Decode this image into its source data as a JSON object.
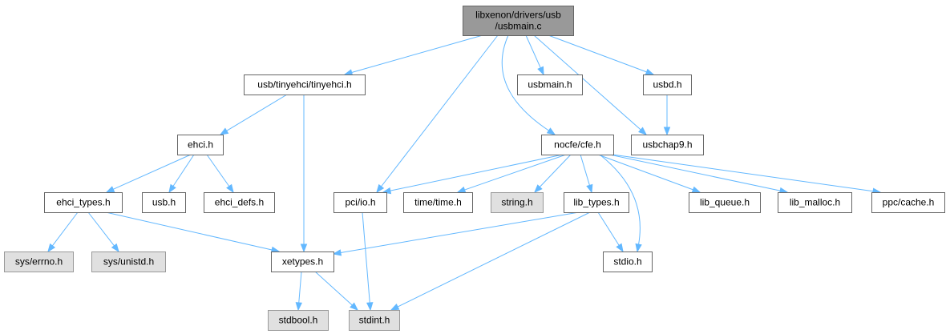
{
  "graph": {
    "colors": {
      "edge": "#63b8ff",
      "primary_fill": "#999999",
      "normal_fill": "#ffffff",
      "system_fill": "#e0e0e0",
      "border": "#666666"
    },
    "nodes": [
      {
        "id": "usbmain_c",
        "lines": [
          "libxenon/drivers/usb",
          "/usbmain.c"
        ],
        "kind": "primary"
      },
      {
        "id": "tinyehci_h",
        "lines": [
          "usb/tinyehci/tinyehci.h"
        ],
        "kind": "normal"
      },
      {
        "id": "usbmain_h",
        "lines": [
          "usbmain.h"
        ],
        "kind": "normal"
      },
      {
        "id": "usbd_h",
        "lines": [
          "usbd.h"
        ],
        "kind": "normal"
      },
      {
        "id": "ehci_h",
        "lines": [
          "ehci.h"
        ],
        "kind": "normal"
      },
      {
        "id": "nocfe_cfe_h",
        "lines": [
          "nocfe/cfe.h"
        ],
        "kind": "normal"
      },
      {
        "id": "usbchap9_h",
        "lines": [
          "usbchap9.h"
        ],
        "kind": "normal"
      },
      {
        "id": "ehci_types_h",
        "lines": [
          "ehci_types.h"
        ],
        "kind": "normal"
      },
      {
        "id": "usb_h",
        "lines": [
          "usb.h"
        ],
        "kind": "normal"
      },
      {
        "id": "ehci_defs_h",
        "lines": [
          "ehci_defs.h"
        ],
        "kind": "normal"
      },
      {
        "id": "pci_io_h",
        "lines": [
          "pci/io.h"
        ],
        "kind": "normal"
      },
      {
        "id": "time_time_h",
        "lines": [
          "time/time.h"
        ],
        "kind": "normal"
      },
      {
        "id": "string_h",
        "lines": [
          "string.h"
        ],
        "kind": "system"
      },
      {
        "id": "lib_types_h",
        "lines": [
          "lib_types.h"
        ],
        "kind": "normal"
      },
      {
        "id": "lib_queue_h",
        "lines": [
          "lib_queue.h"
        ],
        "kind": "normal"
      },
      {
        "id": "lib_malloc_h",
        "lines": [
          "lib_malloc.h"
        ],
        "kind": "normal"
      },
      {
        "id": "ppc_cache_h",
        "lines": [
          "ppc/cache.h"
        ],
        "kind": "normal"
      },
      {
        "id": "sys_errno_h",
        "lines": [
          "sys/errno.h"
        ],
        "kind": "system"
      },
      {
        "id": "sys_unistd_h",
        "lines": [
          "sys/unistd.h"
        ],
        "kind": "system"
      },
      {
        "id": "xetypes_h",
        "lines": [
          "xetypes.h"
        ],
        "kind": "normal"
      },
      {
        "id": "stdio_h",
        "lines": [
          "stdio.h"
        ],
        "kind": "normal"
      },
      {
        "id": "stdbool_h",
        "lines": [
          "stdbool.h"
        ],
        "kind": "system"
      },
      {
        "id": "stdint_h",
        "lines": [
          "stdint.h"
        ],
        "kind": "system"
      }
    ],
    "edges": [
      {
        "from": "usbmain_c",
        "to": "tinyehci_h"
      },
      {
        "from": "usbmain_c",
        "to": "usbmain_h"
      },
      {
        "from": "usbmain_c",
        "to": "usbd_h"
      },
      {
        "from": "usbmain_c",
        "to": "nocfe_cfe_h"
      },
      {
        "from": "usbmain_c",
        "to": "usbchap9_h"
      },
      {
        "from": "usbmain_c",
        "to": "pci_io_h"
      },
      {
        "from": "tinyehci_h",
        "to": "ehci_h"
      },
      {
        "from": "tinyehci_h",
        "to": "xetypes_h"
      },
      {
        "from": "usbd_h",
        "to": "usbchap9_h"
      },
      {
        "from": "ehci_h",
        "to": "ehci_types_h"
      },
      {
        "from": "ehci_h",
        "to": "usb_h"
      },
      {
        "from": "ehci_h",
        "to": "ehci_defs_h"
      },
      {
        "from": "ehci_types_h",
        "to": "sys_errno_h"
      },
      {
        "from": "ehci_types_h",
        "to": "sys_unistd_h"
      },
      {
        "from": "ehci_types_h",
        "to": "xetypes_h"
      },
      {
        "from": "nocfe_cfe_h",
        "to": "pci_io_h"
      },
      {
        "from": "nocfe_cfe_h",
        "to": "time_time_h"
      },
      {
        "from": "nocfe_cfe_h",
        "to": "string_h"
      },
      {
        "from": "nocfe_cfe_h",
        "to": "lib_types_h"
      },
      {
        "from": "nocfe_cfe_h",
        "to": "stdio_h"
      },
      {
        "from": "nocfe_cfe_h",
        "to": "lib_queue_h"
      },
      {
        "from": "nocfe_cfe_h",
        "to": "lib_malloc_h"
      },
      {
        "from": "nocfe_cfe_h",
        "to": "ppc_cache_h"
      },
      {
        "from": "pci_io_h",
        "to": "stdint_h"
      },
      {
        "from": "lib_types_h",
        "to": "xetypes_h"
      },
      {
        "from": "lib_types_h",
        "to": "stdio_h"
      },
      {
        "from": "lib_types_h",
        "to": "stdint_h"
      },
      {
        "from": "xetypes_h",
        "to": "stdbool_h"
      },
      {
        "from": "xetypes_h",
        "to": "stdint_h"
      }
    ]
  }
}
